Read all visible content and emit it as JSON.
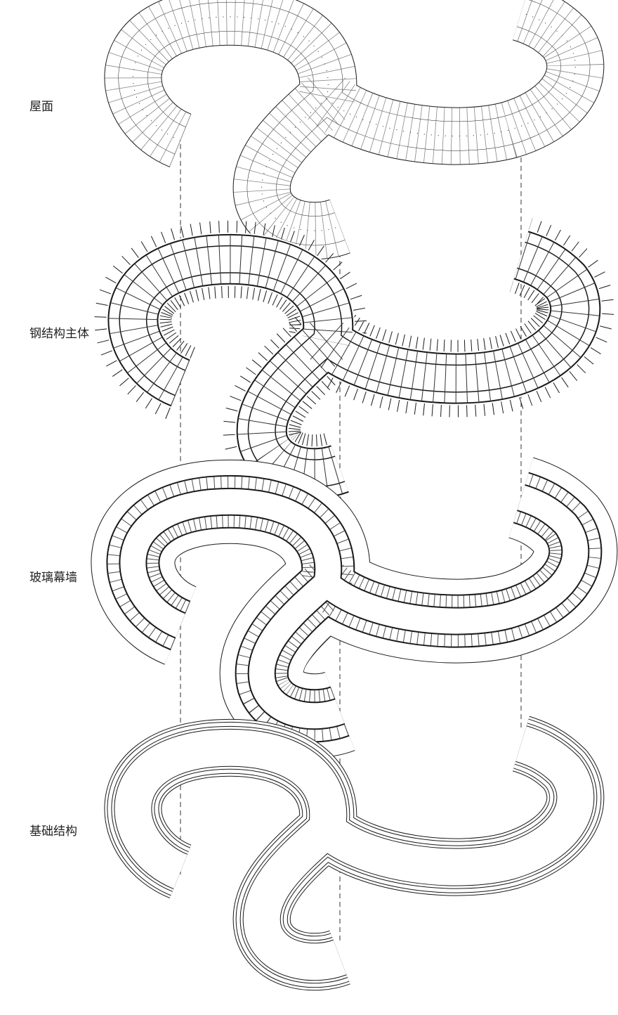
{
  "layers": [
    {
      "label": "屋面"
    },
    {
      "label": "钢结构主体"
    },
    {
      "label": "玻璃幕墙"
    },
    {
      "label": "基础结构"
    }
  ],
  "colors": {
    "line": "#1a1a1a",
    "background": "#ffffff"
  }
}
